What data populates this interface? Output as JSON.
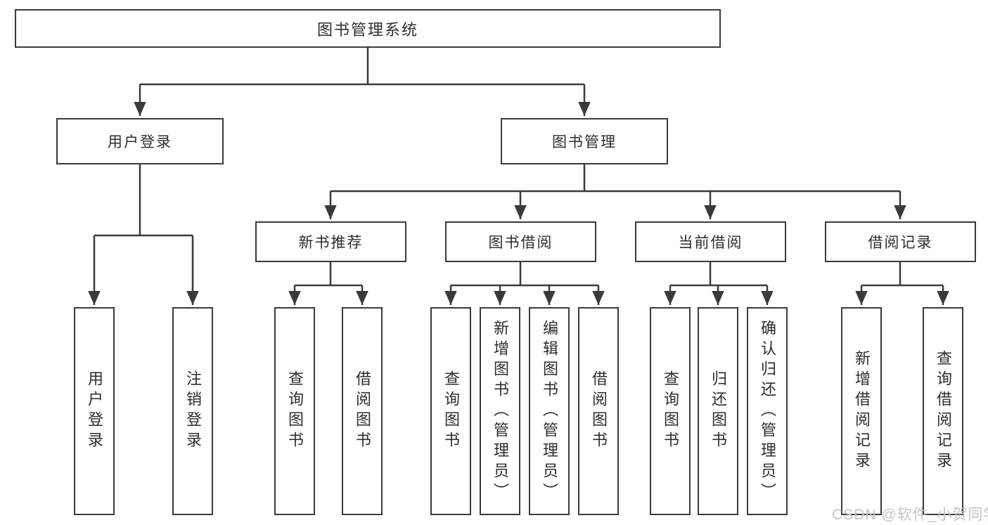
{
  "nodes": {
    "root": "图书管理系统",
    "level2": [
      "用户登录",
      "图书管理"
    ],
    "level3": [
      "新书推荐",
      "图书借阅",
      "当前借阅",
      "借阅记录"
    ],
    "leaves": [
      "用户登录",
      "注销登录",
      "查询图书",
      "借阅图书",
      "查询图书",
      "新增图书（管理员）",
      "编辑图书（管理员）",
      "借阅图书",
      "查询图书",
      "归还图书",
      "确认归还（管理员）",
      "新增借阅记录",
      "查询借阅记录"
    ]
  },
  "hierarchy": {
    "图书管理系统": [
      "用户登录",
      "图书管理"
    ],
    "用户登录": [
      "用户登录",
      "注销登录"
    ],
    "图书管理": [
      "新书推荐",
      "图书借阅",
      "当前借阅",
      "借阅记录"
    ],
    "新书推荐": [
      "查询图书",
      "借阅图书"
    ],
    "图书借阅": [
      "查询图书",
      "新增图书（管理员）",
      "编辑图书（管理员）",
      "借阅图书"
    ],
    "当前借阅": [
      "查询图书",
      "归还图书",
      "确认归还（管理员）"
    ],
    "借阅记录": [
      "新增借阅记录",
      "查询借阅记录"
    ]
  },
  "watermark": "CSDN @软件_小贺同学",
  "colors": {
    "line": "#3a3a3a",
    "text": "#2d2d2d",
    "watermark": "#c6c3c4",
    "background": "#ffffff"
  }
}
